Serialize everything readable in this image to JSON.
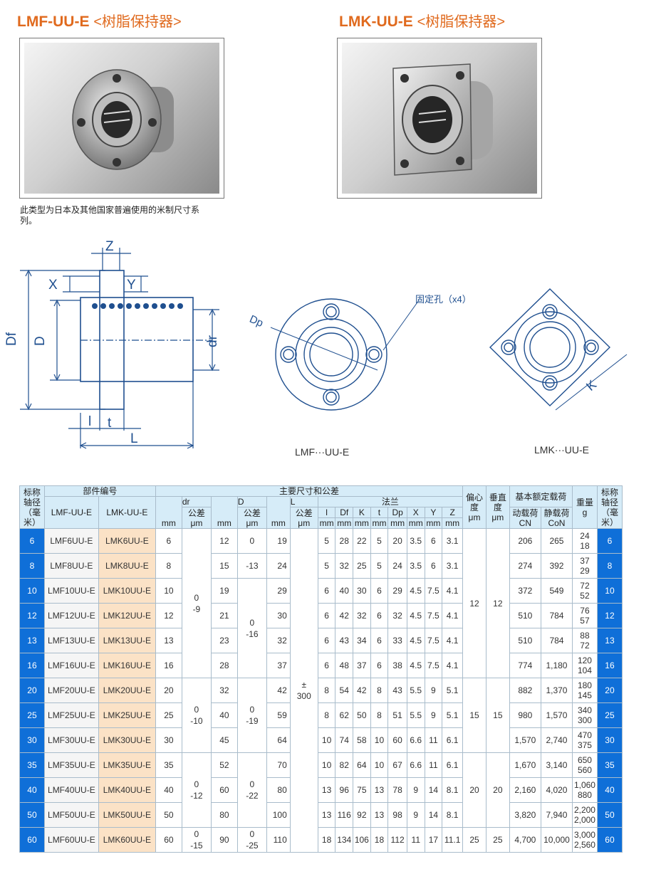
{
  "titles": {
    "lmf": {
      "code": "LMF-UU-E",
      "type": "<树脂保持器>"
    },
    "lmk": {
      "code": "LMK-UU-E",
      "type": "<树脂保持器>"
    }
  },
  "description": "此类型为日本及其他国家普遍使用的米制尺寸系列。",
  "diagram": {
    "dims": {
      "z": "Z",
      "x": "X",
      "y": "Y",
      "df": "Df",
      "d": "D",
      "dr": "dr",
      "l": "l",
      "t": "t",
      "L": "L",
      "dp": "Dp",
      "k": "K"
    },
    "fix_hole": "固定孔（x4）",
    "lmf_caption": "LMF···UU-E",
    "lmk_caption": "LMK···UU-E"
  },
  "colors": {
    "accent": "#e06a1e",
    "header": "#d6ecf8",
    "nominal": "#0f6fd8",
    "lmk_col": "#fbe2c6",
    "border": "#a9bccb"
  },
  "table": {
    "h": {
      "nominal": "标称轴径（毫米）",
      "part": "部件编号",
      "lmf": "LMF-UU-E",
      "lmk": "LMK-UU-E",
      "main": "主要尺寸和公差",
      "dr": "dr",
      "D": "D",
      "L": "L",
      "tol": "公差",
      "um": "μm",
      "mm": "mm",
      "flange": "法兰",
      "fl": "l",
      "fdf": "Df",
      "fk": "K",
      "ft": "t",
      "fdp": "Dp",
      "fx": "X",
      "fy": "Y",
      "fz": "Z",
      "ecc": "偏心度",
      "perp": "垂直度",
      "load": "基本额定载荷",
      "dyn": "动载荷 CN",
      "stat": "静载荷 CoN",
      "weight": "重量",
      "g": "g"
    },
    "rows": [
      {
        "nom": "6",
        "lmf": "LMF6UU-E",
        "lmk": "LMK6UU-E",
        "dr": "6",
        "D": "12",
        "L": "19",
        "l": "5",
        "Df": "28",
        "K": "22",
        "t": "5",
        "Dp": "20",
        "X": "3.5",
        "Y": "6",
        "Z": "3.1",
        "dyn": "206",
        "stat": "265",
        "w1": "24",
        "w2": "18"
      },
      {
        "nom": "8",
        "lmf": "LMF8UU-E",
        "lmk": "LMK8UU-E",
        "dr": "8",
        "D": "15",
        "L": "24",
        "l": "5",
        "Df": "32",
        "K": "25",
        "t": "5",
        "Dp": "24",
        "X": "3.5",
        "Y": "6",
        "Z": "3.1",
        "dyn": "274",
        "stat": "392",
        "w1": "37",
        "w2": "29"
      },
      {
        "nom": "10",
        "lmf": "LMF10UU-E",
        "lmk": "LMK10UU-E",
        "dr": "10",
        "D": "19",
        "L": "29",
        "l": "6",
        "Df": "40",
        "K": "30",
        "t": "6",
        "Dp": "29",
        "X": "4.5",
        "Y": "7.5",
        "Z": "4.1",
        "dyn": "372",
        "stat": "549",
        "w1": "72",
        "w2": "52"
      },
      {
        "nom": "12",
        "lmf": "LMF12UU-E",
        "lmk": "LMK12UU-E",
        "dr": "12",
        "D": "21",
        "L": "30",
        "l": "6",
        "Df": "42",
        "K": "32",
        "t": "6",
        "Dp": "32",
        "X": "4.5",
        "Y": "7.5",
        "Z": "4.1",
        "dyn": "510",
        "stat": "784",
        "w1": "76",
        "w2": "57"
      },
      {
        "nom": "13",
        "lmf": "LMF13UU-E",
        "lmk": "LMK13UU-E",
        "dr": "13",
        "D": "23",
        "L": "32",
        "l": "6",
        "Df": "43",
        "K": "34",
        "t": "6",
        "Dp": "33",
        "X": "4.5",
        "Y": "7.5",
        "Z": "4.1",
        "dyn": "510",
        "stat": "784",
        "w1": "88",
        "w2": "72"
      },
      {
        "nom": "16",
        "lmf": "LMF16UU-E",
        "lmk": "LMK16UU-E",
        "dr": "16",
        "D": "28",
        "L": "37",
        "l": "6",
        "Df": "48",
        "K": "37",
        "t": "6",
        "Dp": "38",
        "X": "4.5",
        "Y": "7.5",
        "Z": "4.1",
        "dyn": "774",
        "stat": "1,180",
        "w1": "120",
        "w2": "104"
      },
      {
        "nom": "20",
        "lmf": "LMF20UU-E",
        "lmk": "LMK20UU-E",
        "dr": "20",
        "D": "32",
        "L": "42",
        "l": "8",
        "Df": "54",
        "K": "42",
        "t": "8",
        "Dp": "43",
        "X": "5.5",
        "Y": "9",
        "Z": "5.1",
        "dyn": "882",
        "stat": "1,370",
        "w1": "180",
        "w2": "145"
      },
      {
        "nom": "25",
        "lmf": "LMF25UU-E",
        "lmk": "LMK25UU-E",
        "dr": "25",
        "D": "40",
        "L": "59",
        "l": "8",
        "Df": "62",
        "K": "50",
        "t": "8",
        "Dp": "51",
        "X": "5.5",
        "Y": "9",
        "Z": "5.1",
        "dyn": "980",
        "stat": "1,570",
        "w1": "340",
        "w2": "300"
      },
      {
        "nom": "30",
        "lmf": "LMF30UU-E",
        "lmk": "LMK30UU-E",
        "dr": "30",
        "D": "45",
        "L": "64",
        "l": "10",
        "Df": "74",
        "K": "58",
        "t": "10",
        "Dp": "60",
        "X": "6.6",
        "Y": "11",
        "Z": "6.1",
        "dyn": "1,570",
        "stat": "2,740",
        "w1": "470",
        "w2": "375"
      },
      {
        "nom": "35",
        "lmf": "LMF35UU-E",
        "lmk": "LMK35UU-E",
        "dr": "35",
        "D": "52",
        "L": "70",
        "l": "10",
        "Df": "82",
        "K": "64",
        "t": "10",
        "Dp": "67",
        "X": "6.6",
        "Y": "11",
        "Z": "6.1",
        "dyn": "1,670",
        "stat": "3,140",
        "w1": "650",
        "w2": "560"
      },
      {
        "nom": "40",
        "lmf": "LMF40UU-E",
        "lmk": "LMK40UU-E",
        "dr": "40",
        "D": "60",
        "L": "80",
        "l": "13",
        "Df": "96",
        "K": "75",
        "t": "13",
        "Dp": "78",
        "X": "9",
        "Y": "14",
        "Z": "8.1",
        "dyn": "2,160",
        "stat": "4,020",
        "w1": "1,060",
        "w2": "880"
      },
      {
        "nom": "50",
        "lmf": "LMF50UU-E",
        "lmk": "LMK50UU-E",
        "dr": "50",
        "D": "80",
        "L": "100",
        "l": "13",
        "Df": "116",
        "K": "92",
        "t": "13",
        "Dp": "98",
        "X": "9",
        "Y": "14",
        "Z": "8.1",
        "dyn": "3,820",
        "stat": "7,940",
        "w1": "2,200",
        "w2": "2,000"
      },
      {
        "nom": "60",
        "lmf": "LMF60UU-E",
        "lmk": "LMK60UU-E",
        "dr": "60",
        "D": "90",
        "L": "110",
        "l": "18",
        "Df": "134",
        "K": "106",
        "t": "18",
        "Dp": "112",
        "X": "11",
        "Y": "17",
        "Z": "11.1",
        "dyn": "4,700",
        "stat": "10,000",
        "w1": "3,000",
        "w2": "2,560"
      }
    ],
    "groups": {
      "dr_tol": [
        {
          "a": "0",
          "b": "-9"
        },
        {
          "a": "0",
          "b": "-10"
        },
        {
          "a": "0",
          "b": "-12"
        },
        {
          "a": "0",
          "b": "-15"
        }
      ],
      "D_tol": [
        {
          "a": "0"
        },
        {
          "a": "-13"
        },
        {
          "a": "0",
          "b": "-16"
        },
        {
          "a": "0",
          "b": "-19"
        },
        {
          "a": "0",
          "b": "-22"
        },
        {
          "a": "0",
          "b": "-25"
        }
      ],
      "L_tol": {
        "a": "±",
        "b": "300"
      },
      "ecc": [
        "12",
        "15",
        "20",
        "25"
      ],
      "perp": [
        "12",
        "15",
        "20",
        "25"
      ]
    }
  }
}
